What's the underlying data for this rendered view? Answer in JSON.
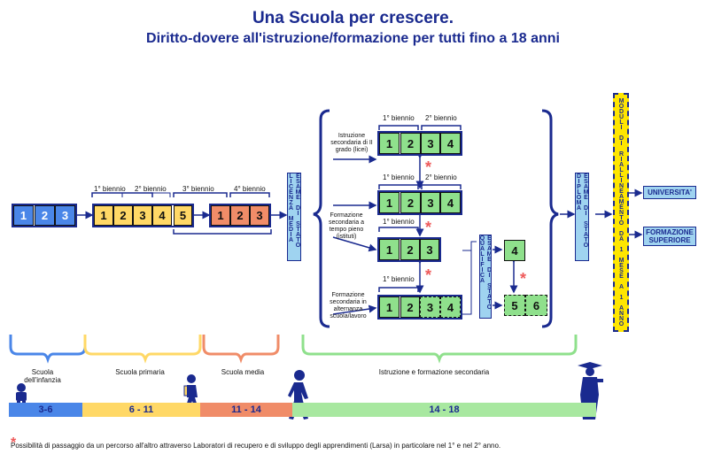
{
  "title": "Una Scuola per crescere.",
  "subtitle": "Diritto-dovere all'istruzione/formazione per tutti fino a 18 anni",
  "infanzia_cells": [
    "1",
    "2",
    "3"
  ],
  "primaria_cells": [
    "1",
    "2",
    "3",
    "4",
    "5"
  ],
  "media_cells": [
    "1",
    "2",
    "3"
  ],
  "labels": {
    "primo_biennio": "1° biennio",
    "secondo_biennio": "2° biennio",
    "terzo_biennio": "3° biennio",
    "quarto_biennio": "4° biennio"
  },
  "esame_stato_licenza": "ESAME DI STATO LICENZA MEDIA",
  "paths": [
    {
      "label": "Istruzione secondaria di II grado (licei)",
      "cells": [
        "1",
        "2",
        "3",
        "4"
      ]
    },
    {
      "label": "Formazione secondaria a tempo pieno (istituti)",
      "cells": [
        "1",
        "2",
        "3",
        "4"
      ]
    },
    {
      "label": "",
      "cells": [
        "1",
        "2",
        "3"
      ]
    },
    {
      "label": "Formazione secondaria in alternanza scuola/lavoro",
      "cells": [
        "1",
        "2",
        "3",
        "4"
      ]
    }
  ],
  "qualifica": "ESAME DI STATO QUALIFICA",
  "qualifica_cells": {
    "top": "4",
    "bottom": [
      "5",
      "6"
    ]
  },
  "esame_diploma": "ESAME DI STATO DIPLOMA",
  "moduli": "MODULI DI RIALLINEAMENTO DA 1 MESE A 1 ANNO",
  "destinations": [
    "UNIVERSITA'",
    "FORMAZIONE SUPERIORE"
  ],
  "stages": [
    {
      "name": "Scuola dell'infanzia",
      "age": "3-6"
    },
    {
      "name": "Scuola primaria",
      "age": "6 - 11"
    },
    {
      "name": "Scuola media",
      "age": "11 - 14"
    },
    {
      "name": "Istruzione e formazione secondaria",
      "age": "14 - 18"
    }
  ],
  "star": "*",
  "footnote": "Possibilità di passaggio da un percorso all'altro attraverso Laboratori di recupero e di sviluppo degli apprendimenti (Larsa) in particolare nel 1° e nel 2° anno.",
  "colors": {
    "infanzia": "#4a86e8",
    "primaria": "#ffd866",
    "media": "#f08c68",
    "secondaria": "#8fe08c",
    "navy": "#1a2a8f",
    "star": "#ee5a5a"
  }
}
